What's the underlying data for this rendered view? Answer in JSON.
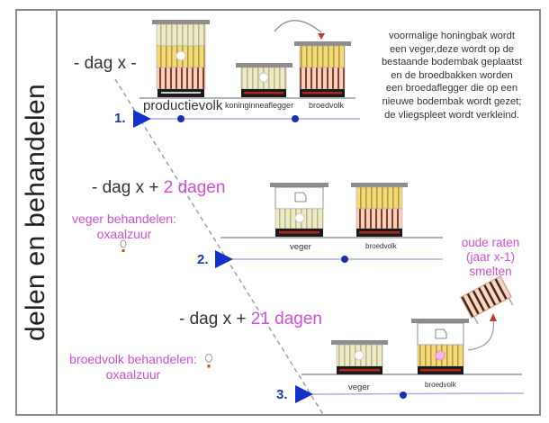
{
  "title": "delen en behandelen",
  "colors": {
    "accent_blue": "#1530c8",
    "pink": "#d04fd6",
    "arrow_red": "#c0392b",
    "frame": "#8a8a8a"
  },
  "steps": [
    {
      "number": "1.",
      "heading_prefix": "- dag x -",
      "heading_suffix": "",
      "hives": [
        {
          "label": "productievolk"
        },
        {
          "label": "koninginneaflegger"
        },
        {
          "label": "broedvolk"
        }
      ],
      "description": [
        "voormalige honingbak wordt",
        "een veger,deze wordt op de",
        "bestaande bodembak geplaatst",
        "en de broedbakken worden",
        "een broedaflegger die op een",
        "nieuwe bodembak wordt gezet;",
        "de vliegspleet wordt verkleind."
      ]
    },
    {
      "number": "2.",
      "heading_prefix": "- dag x +",
      "heading_suffix": "2 dagen",
      "treatment": [
        "veger behandelen:",
        "oxaalzuur"
      ],
      "hives": [
        {
          "label": "veger"
        },
        {
          "label": "broedvolk"
        }
      ],
      "note": [
        "oude raten",
        "(jaar x-1)",
        "smelten"
      ]
    },
    {
      "number": "3.",
      "heading_prefix": "- dag x +",
      "heading_suffix": "21 dagen",
      "treatment": [
        "broedvolk behandelen:",
        "oxaalzuur"
      ],
      "hives": [
        {
          "label": "veger"
        },
        {
          "label": "broedvolk"
        }
      ]
    }
  ],
  "icons": {
    "treatment_bottle": "oxalic-acid-dripper-icon",
    "feeder": "feeder-icon",
    "queen": "queen-marker-icon",
    "old_comb": "old-comb-frame-icon",
    "timeline_marker": "triangle-marker-icon"
  }
}
